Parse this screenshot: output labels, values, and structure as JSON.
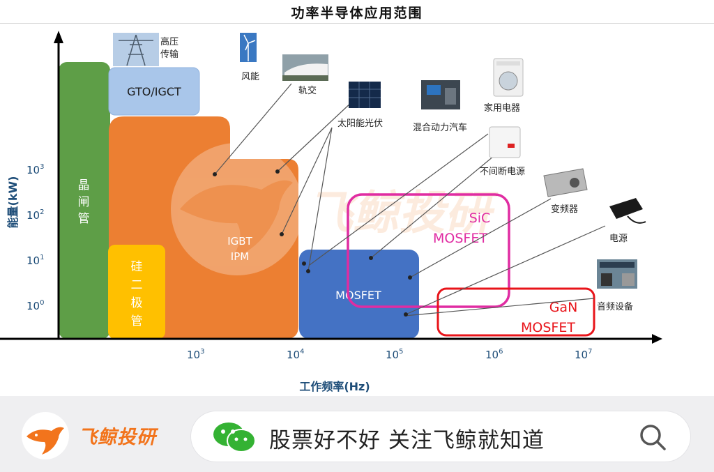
{
  "title": "功率半导体应用范围",
  "axes": {
    "ylabel": "能量(kW)",
    "xlabel": "工作频率(Hz)",
    "y_ticks": [
      {
        "base": "10",
        "exp": "0"
      },
      {
        "base": "10",
        "exp": "1"
      },
      {
        "base": "10",
        "exp": "2"
      },
      {
        "base": "10",
        "exp": "3"
      }
    ],
    "x_ticks": [
      {
        "base": "10",
        "exp": "3"
      },
      {
        "base": "10",
        "exp": "4"
      },
      {
        "base": "10",
        "exp": "5"
      },
      {
        "base": "10",
        "exp": "6"
      },
      {
        "base": "10",
        "exp": "7"
      }
    ]
  },
  "regions": {
    "thyristor": "晶闸管",
    "gto": "GTO/IGCT",
    "diode": "硅二极管",
    "igbt": [
      "IGBT",
      "IPM"
    ],
    "mosfet": "MOSFET",
    "sic": [
      "SiC",
      "MOSFET"
    ],
    "gan": [
      "GaN",
      "MOSFET"
    ]
  },
  "applications": {
    "hv": [
      "高压",
      "传输"
    ],
    "wind": "风能",
    "rail": "轨交",
    "solar": "太阳能光伏",
    "hybrid": "混合动力汽车",
    "appliance": "家用电器",
    "ups": "不间断电源",
    "inverter": "变频器",
    "power": "电源",
    "audio": "音频设备"
  },
  "watermark": "飞鲸投研",
  "footer": {
    "brand": "飞鲸投研",
    "search_text": "股票好不好 关注飞鲸就知道",
    "search_icon": "search-icon",
    "wechat_icon": "wechat-icon"
  },
  "colors": {
    "thyristor": "#5e9e47",
    "gto": "#a9c6ea",
    "igbt": "#ec7f32",
    "diode": "#ffc000",
    "mosfet": "#4472c4",
    "sic": "#e02ca2",
    "gan": "#e8141a",
    "axis_text": "#1f4e79",
    "brand": "#f2741c"
  }
}
